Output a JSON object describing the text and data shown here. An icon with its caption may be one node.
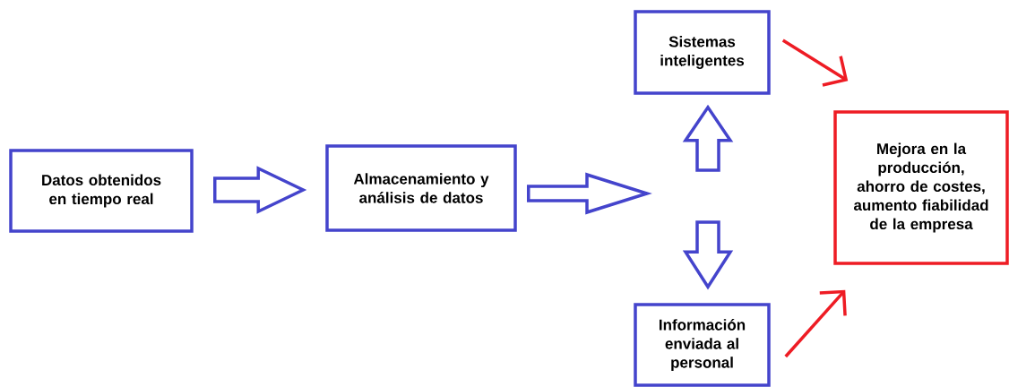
{
  "diagram": {
    "nodes": [
      {
        "text": [
          "Datos obtenidos en tiempo real"
        ]
      },
      {
        "text": [
          "Almacenamiento y análisis de datos"
        ]
      },
      {
        "text": [
          "Sistemas inteligentes"
        ]
      },
      {
        "text": [
          "Información enviada al personal"
        ]
      },
      {
        "text": [
          "Mejora en la producción, ahorro de costes, aumento fiabilidad de la empresa"
        ]
      }
    ],
    "edges": [
      {
        "from": 0,
        "to": 1,
        "arrow": "to"
      },
      {
        "from": 1,
        "to": null,
        "arrow": "to"
      },
      {
        "from": null,
        "to": 2,
        "arrow": "to"
      },
      {
        "from": null,
        "to": 3,
        "arrow": "to"
      },
      {
        "from": 2,
        "to": 4,
        "arrow": "to",
        "color": "#ee1c24"
      },
      {
        "from": 3,
        "to": 4,
        "arrow": "to",
        "color": "#ee1c24"
      }
    ]
  }
}
